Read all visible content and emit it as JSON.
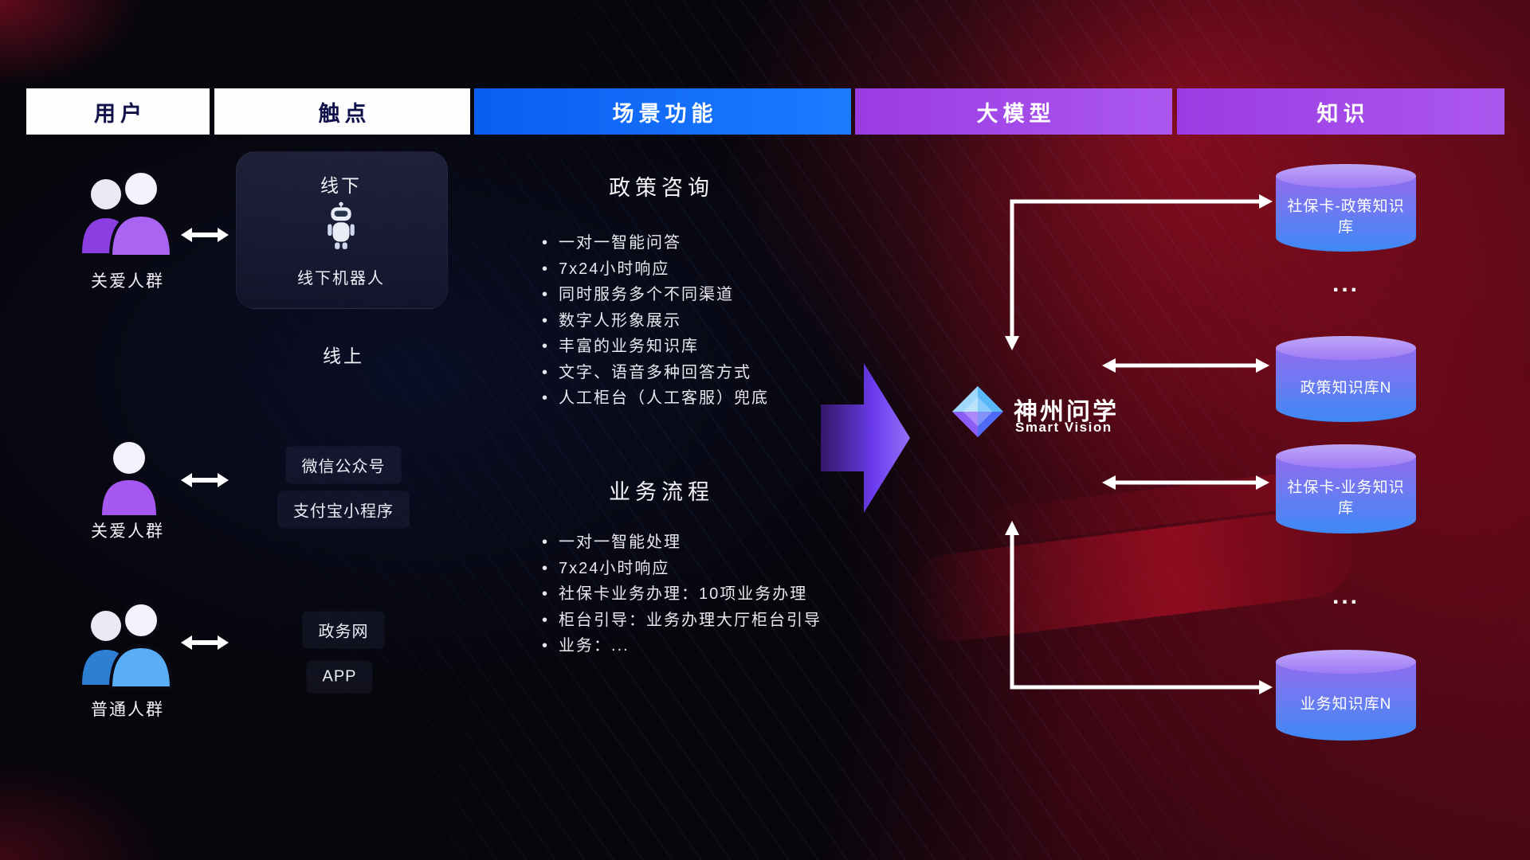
{
  "header": {
    "columns": [
      {
        "label": "用户"
      },
      {
        "label": "触点"
      },
      {
        "label": "场景功能"
      },
      {
        "label": "大模型"
      },
      {
        "label": "知识"
      }
    ]
  },
  "users": {
    "group1_label": "关爱人群",
    "group2_label": "关爱人群",
    "group3_label": "普通人群"
  },
  "touchpoints": {
    "offline_title": "线下",
    "offline_robot": "线下机器人",
    "online_title": "线上",
    "wechat": "微信公众号",
    "alipay": "支付宝小程序",
    "gov": "政务网",
    "app": "APP"
  },
  "scenario": {
    "policy": {
      "title": "政策咨询",
      "items": [
        "一对一智能问答",
        "7x24小时响应",
        "同时服务多个不同渠道",
        "数字人形象展示",
        "丰富的业务知识库",
        "文字、语音多种回答方式",
        "人工柜台（人工客服）兜底"
      ]
    },
    "business": {
      "title": "业务流程",
      "items": [
        "一对一智能处理",
        "7x24小时响应",
        "社保卡业务办理：10项业务办理",
        "柜台引导：业务办理大厅柜台引导",
        "业务：..."
      ]
    }
  },
  "model": {
    "name": "神州问学",
    "subtitle": "Smart Vision"
  },
  "knowledge": {
    "db1": "社保卡-政策知识库",
    "ellipsis1": "...",
    "db2": "政策知识库N",
    "db3": "社保卡-业务知识库",
    "ellipsis2": "...",
    "db4": "业务知识库N"
  },
  "colors": {
    "header_blue": "#1b7bff",
    "header_purple": "#a44ae6",
    "cylinder_purple": "#8f6cf0",
    "cylinder_blue": "#3d89f5",
    "connector_white": "#ffffff",
    "background_red": "#8a0a1e",
    "background_black": "#06060c"
  }
}
